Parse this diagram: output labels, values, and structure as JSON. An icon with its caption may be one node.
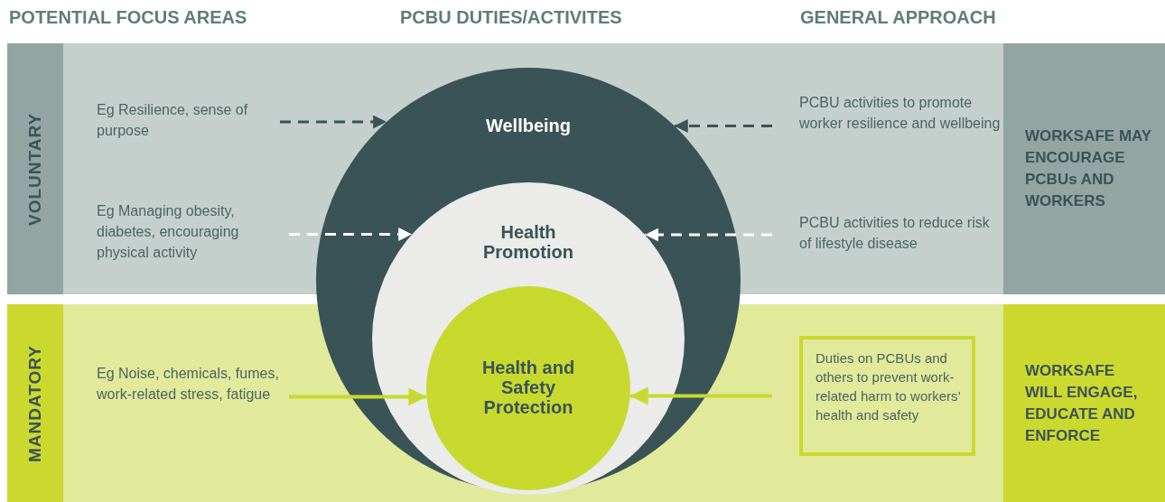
{
  "diagram": {
    "nodes": [
      {
        "text": [
          "VOLUNTARY"
        ]
      },
      {
        "text": [
          "MANDATORY"
        ]
      },
      {
        "text": [
          "Wellbeing"
        ]
      },
      {
        "text": [
          "Health Promotion"
        ],
        "in": 2
      },
      {
        "text": [
          "Health and Safety Protection"
        ],
        "in": 3
      },
      {
        "text": [
          "Eg Resilience, sense of purpose"
        ],
        "in": 0
      },
      {
        "text": [
          "Eg Managing obesity, diabetes, encouraging physical activity"
        ],
        "in": 0
      },
      {
        "text": [
          "Eg Noise, chemicals, fumes, work-related stress, fatigue"
        ],
        "in": 1
      },
      {
        "text": [
          "PCBU activities to promote worker resilience and wellbeing"
        ],
        "in": 0
      },
      {
        "text": [
          "PCBU activities to reduce risk of lifestyle disease"
        ],
        "in": 0
      },
      {
        "text": [
          "Duties on PCBUs and others to prevent work-related harm to workers’ health and safety"
        ],
        "in": 1
      },
      {
        "text": [
          "WORKSAFE MAY ENCOURAGE PCBUs AND WORKERS"
        ],
        "in": 0
      },
      {
        "text": [
          "WORKSAFE WILL ENGAGE, EDUCATE AND ENFORCE"
        ],
        "in": 1
      }
    ],
    "edges": [
      {
        "from": 5,
        "to": 2,
        "arrow": "to",
        "style": "dashed"
      },
      {
        "from": 8,
        "to": 2,
        "arrow": "to",
        "style": "dashed"
      },
      {
        "from": 6,
        "to": 3,
        "arrow": "to",
        "style": "dashed",
        "color": "#ffffff"
      },
      {
        "from": 9,
        "to": 3,
        "arrow": "to",
        "style": "dashed",
        "color": "#ffffff"
      },
      {
        "from": 7,
        "to": 4,
        "arrow": "to",
        "color": "#c8d92e"
      },
      {
        "from": 10,
        "to": 4,
        "arrow": "to",
        "color": "#c8d92e"
      }
    ],
    "labels": [
      "POTENTIAL FOCUS AREAS",
      "PCBU DUTIES/ACTIVITES",
      "GENERAL APPROACH"
    ]
  }
}
